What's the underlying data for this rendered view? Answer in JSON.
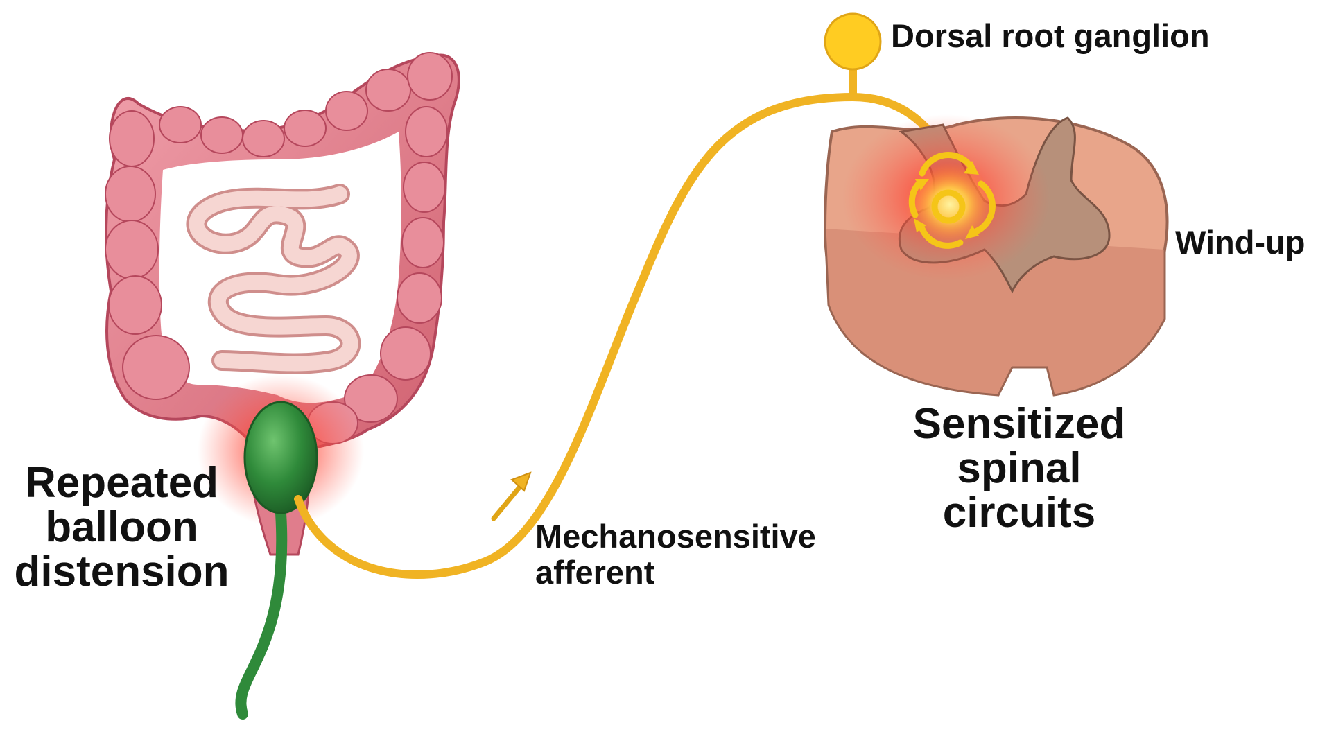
{
  "labels": {
    "balloon_line1": "Repeated",
    "balloon_line2": "balloon",
    "balloon_line3": "distension",
    "afferent_line1": "Mechanosensitive",
    "afferent_line2": "afferent",
    "drg": "Dorsal root ganglion",
    "windup": "Wind-up",
    "spinal_line1": "Sensitized",
    "spinal_line2": "spinal",
    "spinal_line3": "circuits"
  },
  "colors": {
    "colon": "#e07d8c",
    "colon_dark": "#b5475c",
    "small_intestine": "#f2c9c7",
    "balloon": "#2f8a3a",
    "nerve": "#f0b323",
    "ganglion": "#ffcc22",
    "spinal_white": "#e8a58a",
    "spinal_grey": "#b7907a",
    "inflammation": "#ff2a1a"
  }
}
